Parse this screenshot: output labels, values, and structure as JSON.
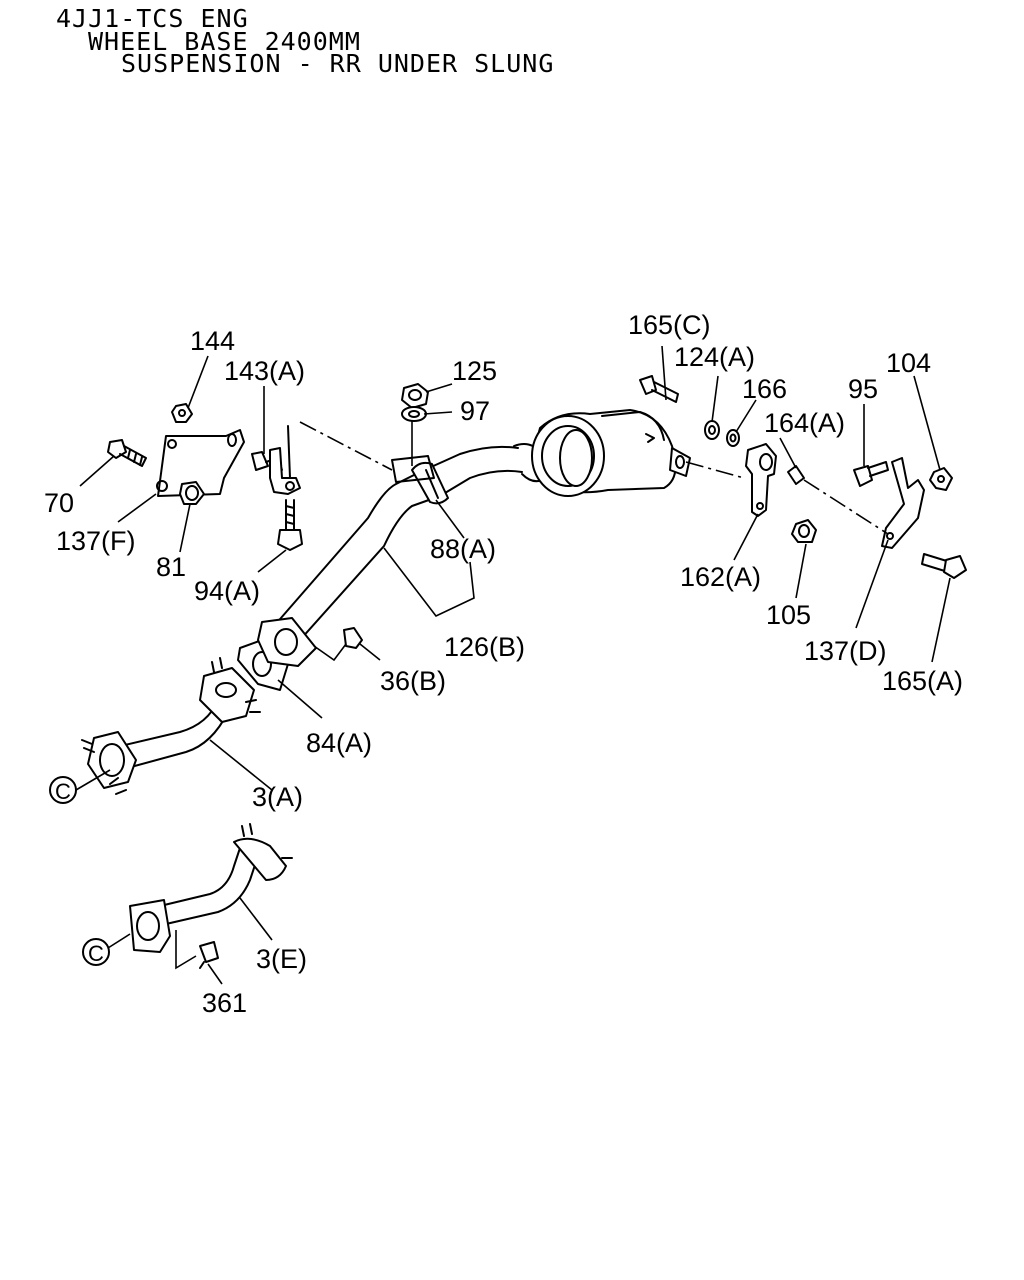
{
  "header": {
    "line1": "4JJ1-TCS ENG",
    "line2": "WHEEL BASE 2400MM",
    "line3": "SUSPENSION - RR UNDER SLUNG"
  },
  "callouts": {
    "c144": "144",
    "c143a": "143(A)",
    "c70": "70",
    "c137f": "137(F)",
    "c81": "81",
    "c94a": "94(A)",
    "c125": "125",
    "c97": "97",
    "c88a": "88(A)",
    "c126b": "126(B)",
    "c36b": "36(B)",
    "c84a": "84(A)",
    "c3a": "3(A)",
    "c165c": "165(C)",
    "c124a": "124(A)",
    "c166": "166",
    "c164a": "164(A)",
    "c95": "95",
    "c104": "104",
    "c162a": "162(A)",
    "c105": "105",
    "c137d": "137(D)",
    "c165a": "165(A)",
    "c3e": "3(E)",
    "c361": "361"
  },
  "connectors": {
    "c_top": "C",
    "c_bottom": "C"
  }
}
